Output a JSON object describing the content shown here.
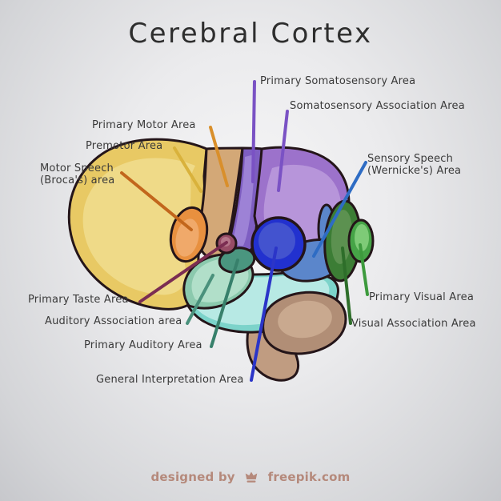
{
  "title": "Cerebral Cortex",
  "labels": {
    "primary_somatosensory": "Primary Somatosensory Area",
    "somatosensory_association": "Somatosensory Association Area",
    "primary_motor": "Primary Motor Area",
    "premotor": "Premotor Area",
    "broca_1": "Motor Speech",
    "broca_2": "(Broca's) area",
    "wernicke_1": "Sensory Speech",
    "wernicke_2": "(Wernicke's) Area",
    "taste": "Primary Taste Area",
    "auditory_association": "Auditory Association area",
    "primary_auditory": "Primary Auditory Area",
    "general_interpretation": "General Interpretation Area",
    "primary_visual": "Primary Visual Area",
    "visual_association": "Visual Association Area"
  },
  "footer": {
    "prefix": "designed by",
    "brand": "freepik.com"
  },
  "colors": {
    "background_center": "#f6f6f7",
    "background_edge": "#c7c8cc",
    "outline": "#241519",
    "label_text": "#3a3a3a",
    "title_text": "#2e2e2e",
    "footer_text": "#b5897b"
  },
  "regions": {
    "frontal_lobe": {
      "outer": "#e8c964",
      "inner": "#efda88"
    },
    "primary_motor_band": {
      "outer": "#d3a877"
    },
    "primary_somatosensory_strip": {
      "outer": "#7e5ec2",
      "inner": "#9d82d6"
    },
    "somatosensory_association": {
      "outer": "#9c72cb",
      "inner": "#b795da"
    },
    "wernicke_area": {
      "outer": "#5b86cb"
    },
    "general_interpretation": {
      "outer": "#2231cf",
      "inner": "#4353cf"
    },
    "primary_taste": {
      "outer": "#974c66",
      "inner": "#b5758a"
    },
    "broca_area": {
      "outer": "#e8903f",
      "inner": "#f0a96a"
    },
    "auditory_association": {
      "outer": "#8bc9ad",
      "inner": "#b1dfc9"
    },
    "primary_auditory": {
      "outer": "#4a967f"
    },
    "visual_association": {
      "outer": "#3c7d35",
      "inner": "#5c9150"
    },
    "primary_visual": {
      "outer": "#46a447",
      "inner": "#7ecb77"
    },
    "temporal_lobe": {
      "outer": "#7cd3ca",
      "inner": "#b7e9e4"
    },
    "cerebellum": {
      "outer": "#b18e76",
      "inner": "#c9a98f"
    },
    "brainstem": {
      "outer": "#c09c81"
    }
  },
  "lines": {
    "premotor": "#d9b23c",
    "primary_motor": "#d98f2b",
    "broca": "#c2661c",
    "primary_somatosensory": "#7a52c4",
    "somatosensory_association": "#7a52c4",
    "wernicke": "#2e6cc4",
    "taste": "#7b2d52",
    "auditory_association": "#4a917c",
    "primary_auditory": "#37806b",
    "general_interpretation": "#2b35c8",
    "primary_visual": "#3d9a3d",
    "visual_association": "#2e6e2a"
  }
}
